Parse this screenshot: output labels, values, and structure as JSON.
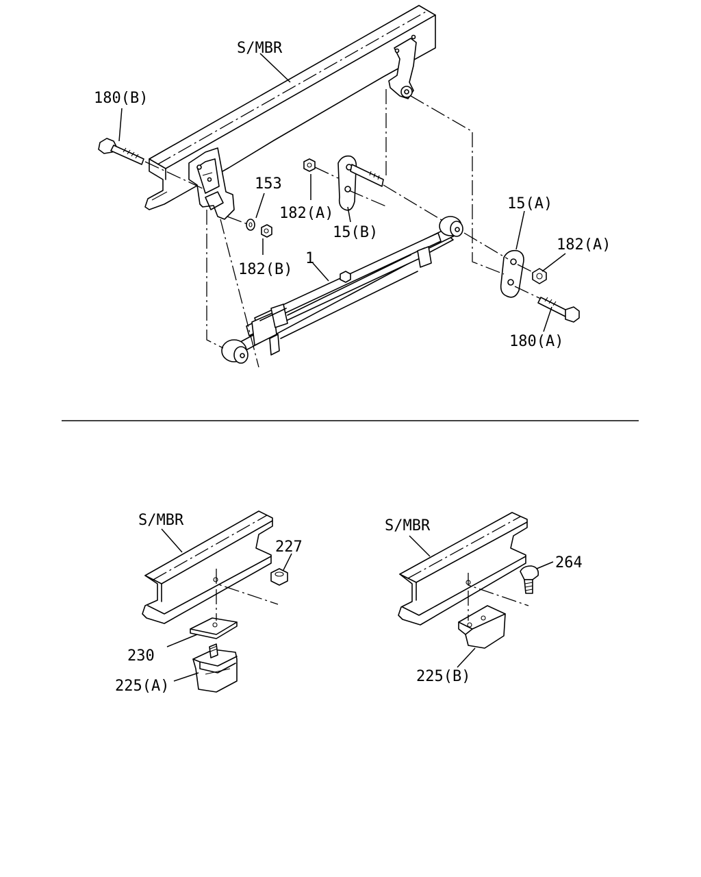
{
  "labels": {
    "smbr_top": "S/MBR",
    "p180b": "180(B)",
    "p153": "153",
    "p182a_mid": "182(A)",
    "p15b": "15(B)",
    "p182b": "182(B)",
    "p1": "1",
    "p15a": "15(A)",
    "p182a_right": "182(A)",
    "p180a": "180(A)",
    "smbr_left": "S/MBR",
    "p227": "227",
    "p230": "230",
    "p225a": "225(A)",
    "smbr_right": "S/MBR",
    "p264": "264",
    "p225b": "225(B)"
  }
}
